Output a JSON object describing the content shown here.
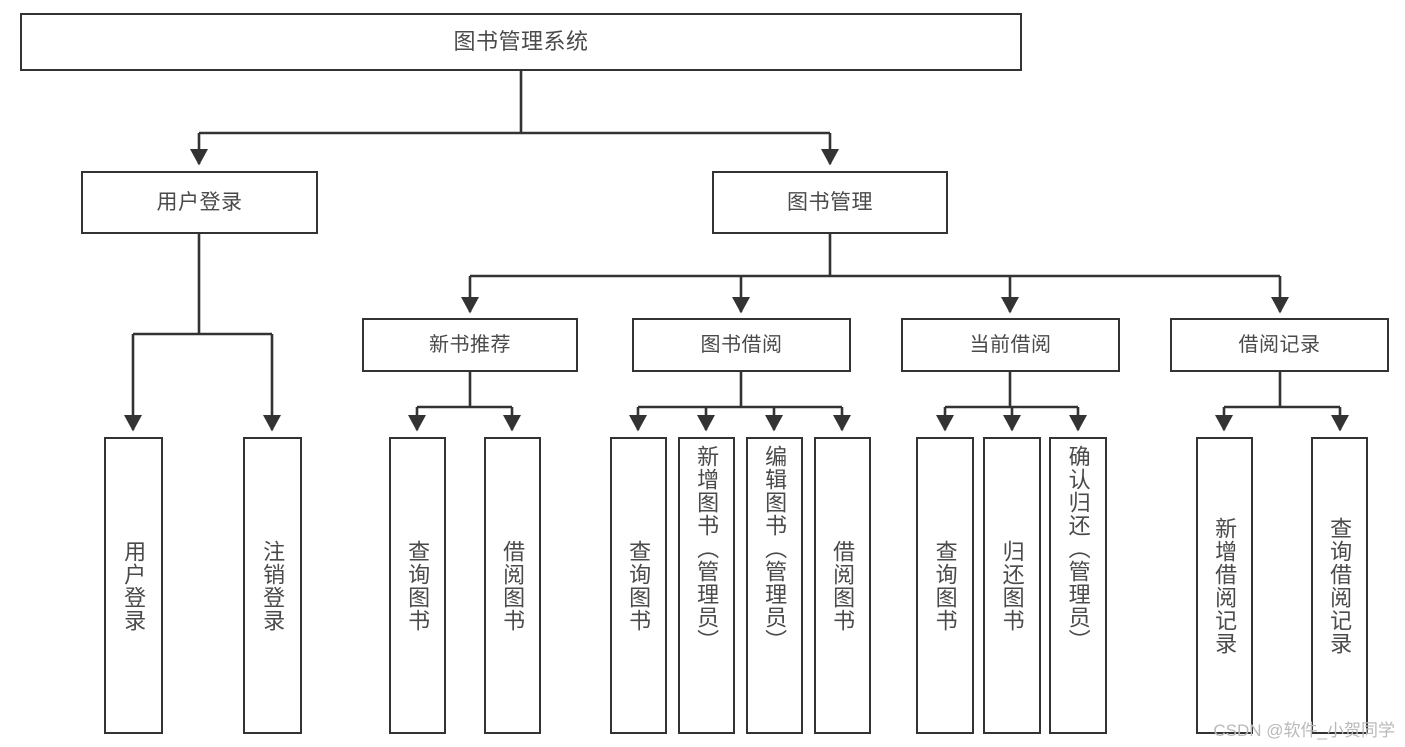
{
  "diagram": {
    "title": "图书管理系统",
    "watermark": "CSDN @软件_小贺同学",
    "colors": {
      "box_border": "#333333",
      "box_fill": "#ffffff",
      "text": "#4a4a4a",
      "edge": "#333333",
      "watermark": "#b9b9b9",
      "background": "#ffffff"
    },
    "root": {
      "label": "图书管理系统"
    },
    "level2": [
      {
        "label": "用户登录"
      },
      {
        "label": "图书管理"
      }
    ],
    "level3": [
      {
        "label": "新书推荐"
      },
      {
        "label": "图书借阅"
      },
      {
        "label": "当前借阅"
      },
      {
        "label": "借阅记录"
      }
    ],
    "leaves": {
      "user_login": [
        {
          "label": "用户登录"
        },
        {
          "label": "注销登录"
        }
      ],
      "new_book_recommend": [
        {
          "label": "查询图书"
        },
        {
          "label": "借阅图书"
        }
      ],
      "book_borrow": [
        {
          "label": "查询图书"
        },
        {
          "label": "新增图书（管理员）"
        },
        {
          "label": "编辑图书（管理员）"
        },
        {
          "label": "借阅图书"
        }
      ],
      "current_borrow": [
        {
          "label": "查询图书"
        },
        {
          "label": "归还图书"
        },
        {
          "label": "确认归还（管理员）"
        }
      ],
      "borrow_record": [
        {
          "label": "新增借阅记录"
        },
        {
          "label": "查询借阅记录"
        }
      ]
    }
  }
}
